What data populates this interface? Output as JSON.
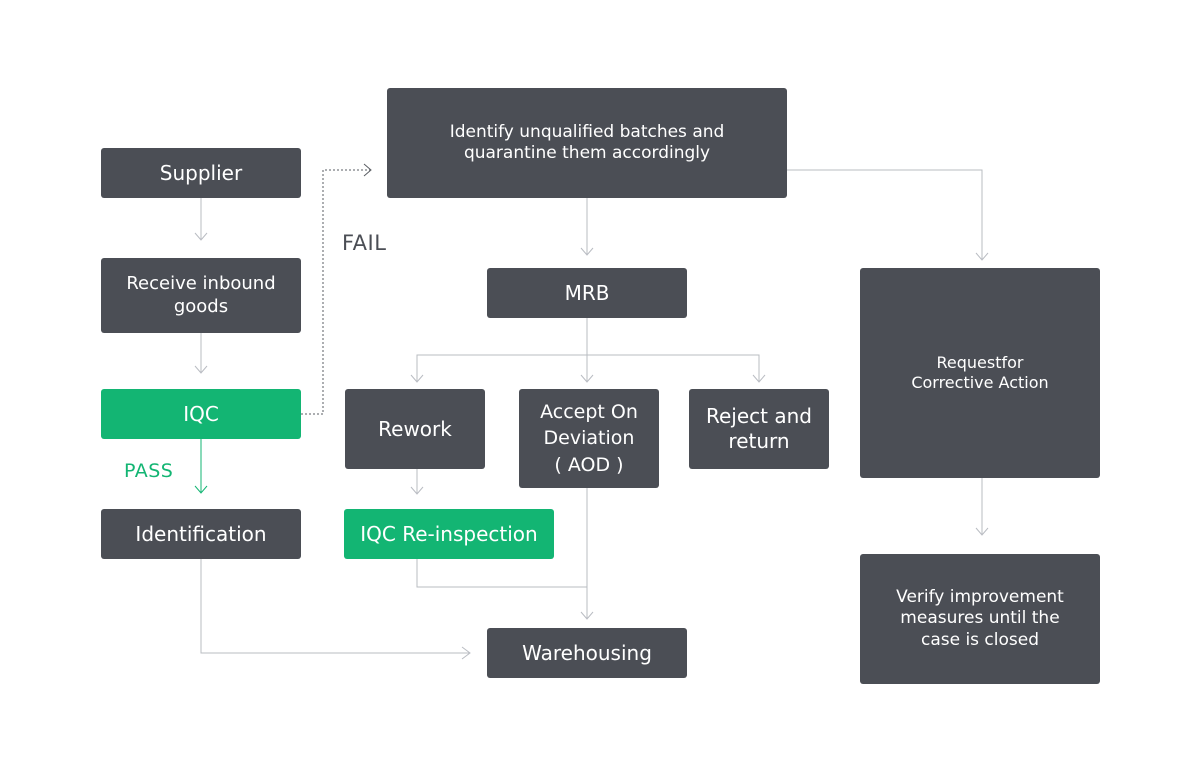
{
  "colors": {
    "box": "#4b4e55",
    "highlight": "#13b573",
    "connector": "#b9bcc2",
    "fail_connector": "#5a5d63",
    "pass_label": "#13b573",
    "fail_label": "#4b4e55"
  },
  "nodes": {
    "supplier": "Supplier",
    "receive": "Receive inbound\ngoods",
    "iqc": "IQC",
    "identification": "Identification",
    "identify_unqualified": "Identify unqualified batches and\nquarantine them accordingly",
    "mrb": "MRB",
    "rework": "Rework",
    "aod": "Accept On\nDeviation\n( AOD )",
    "reject_return": "Reject and\nreturn",
    "iqc_reinspection": "IQC Re-inspection",
    "warehousing": "Warehousing",
    "request_ca": "Requestfor\nCorrective Action",
    "verify": "Verify improvement\nmeasures until the\ncase is closed"
  },
  "labels": {
    "fail": "FAIL",
    "pass": "PASS"
  }
}
